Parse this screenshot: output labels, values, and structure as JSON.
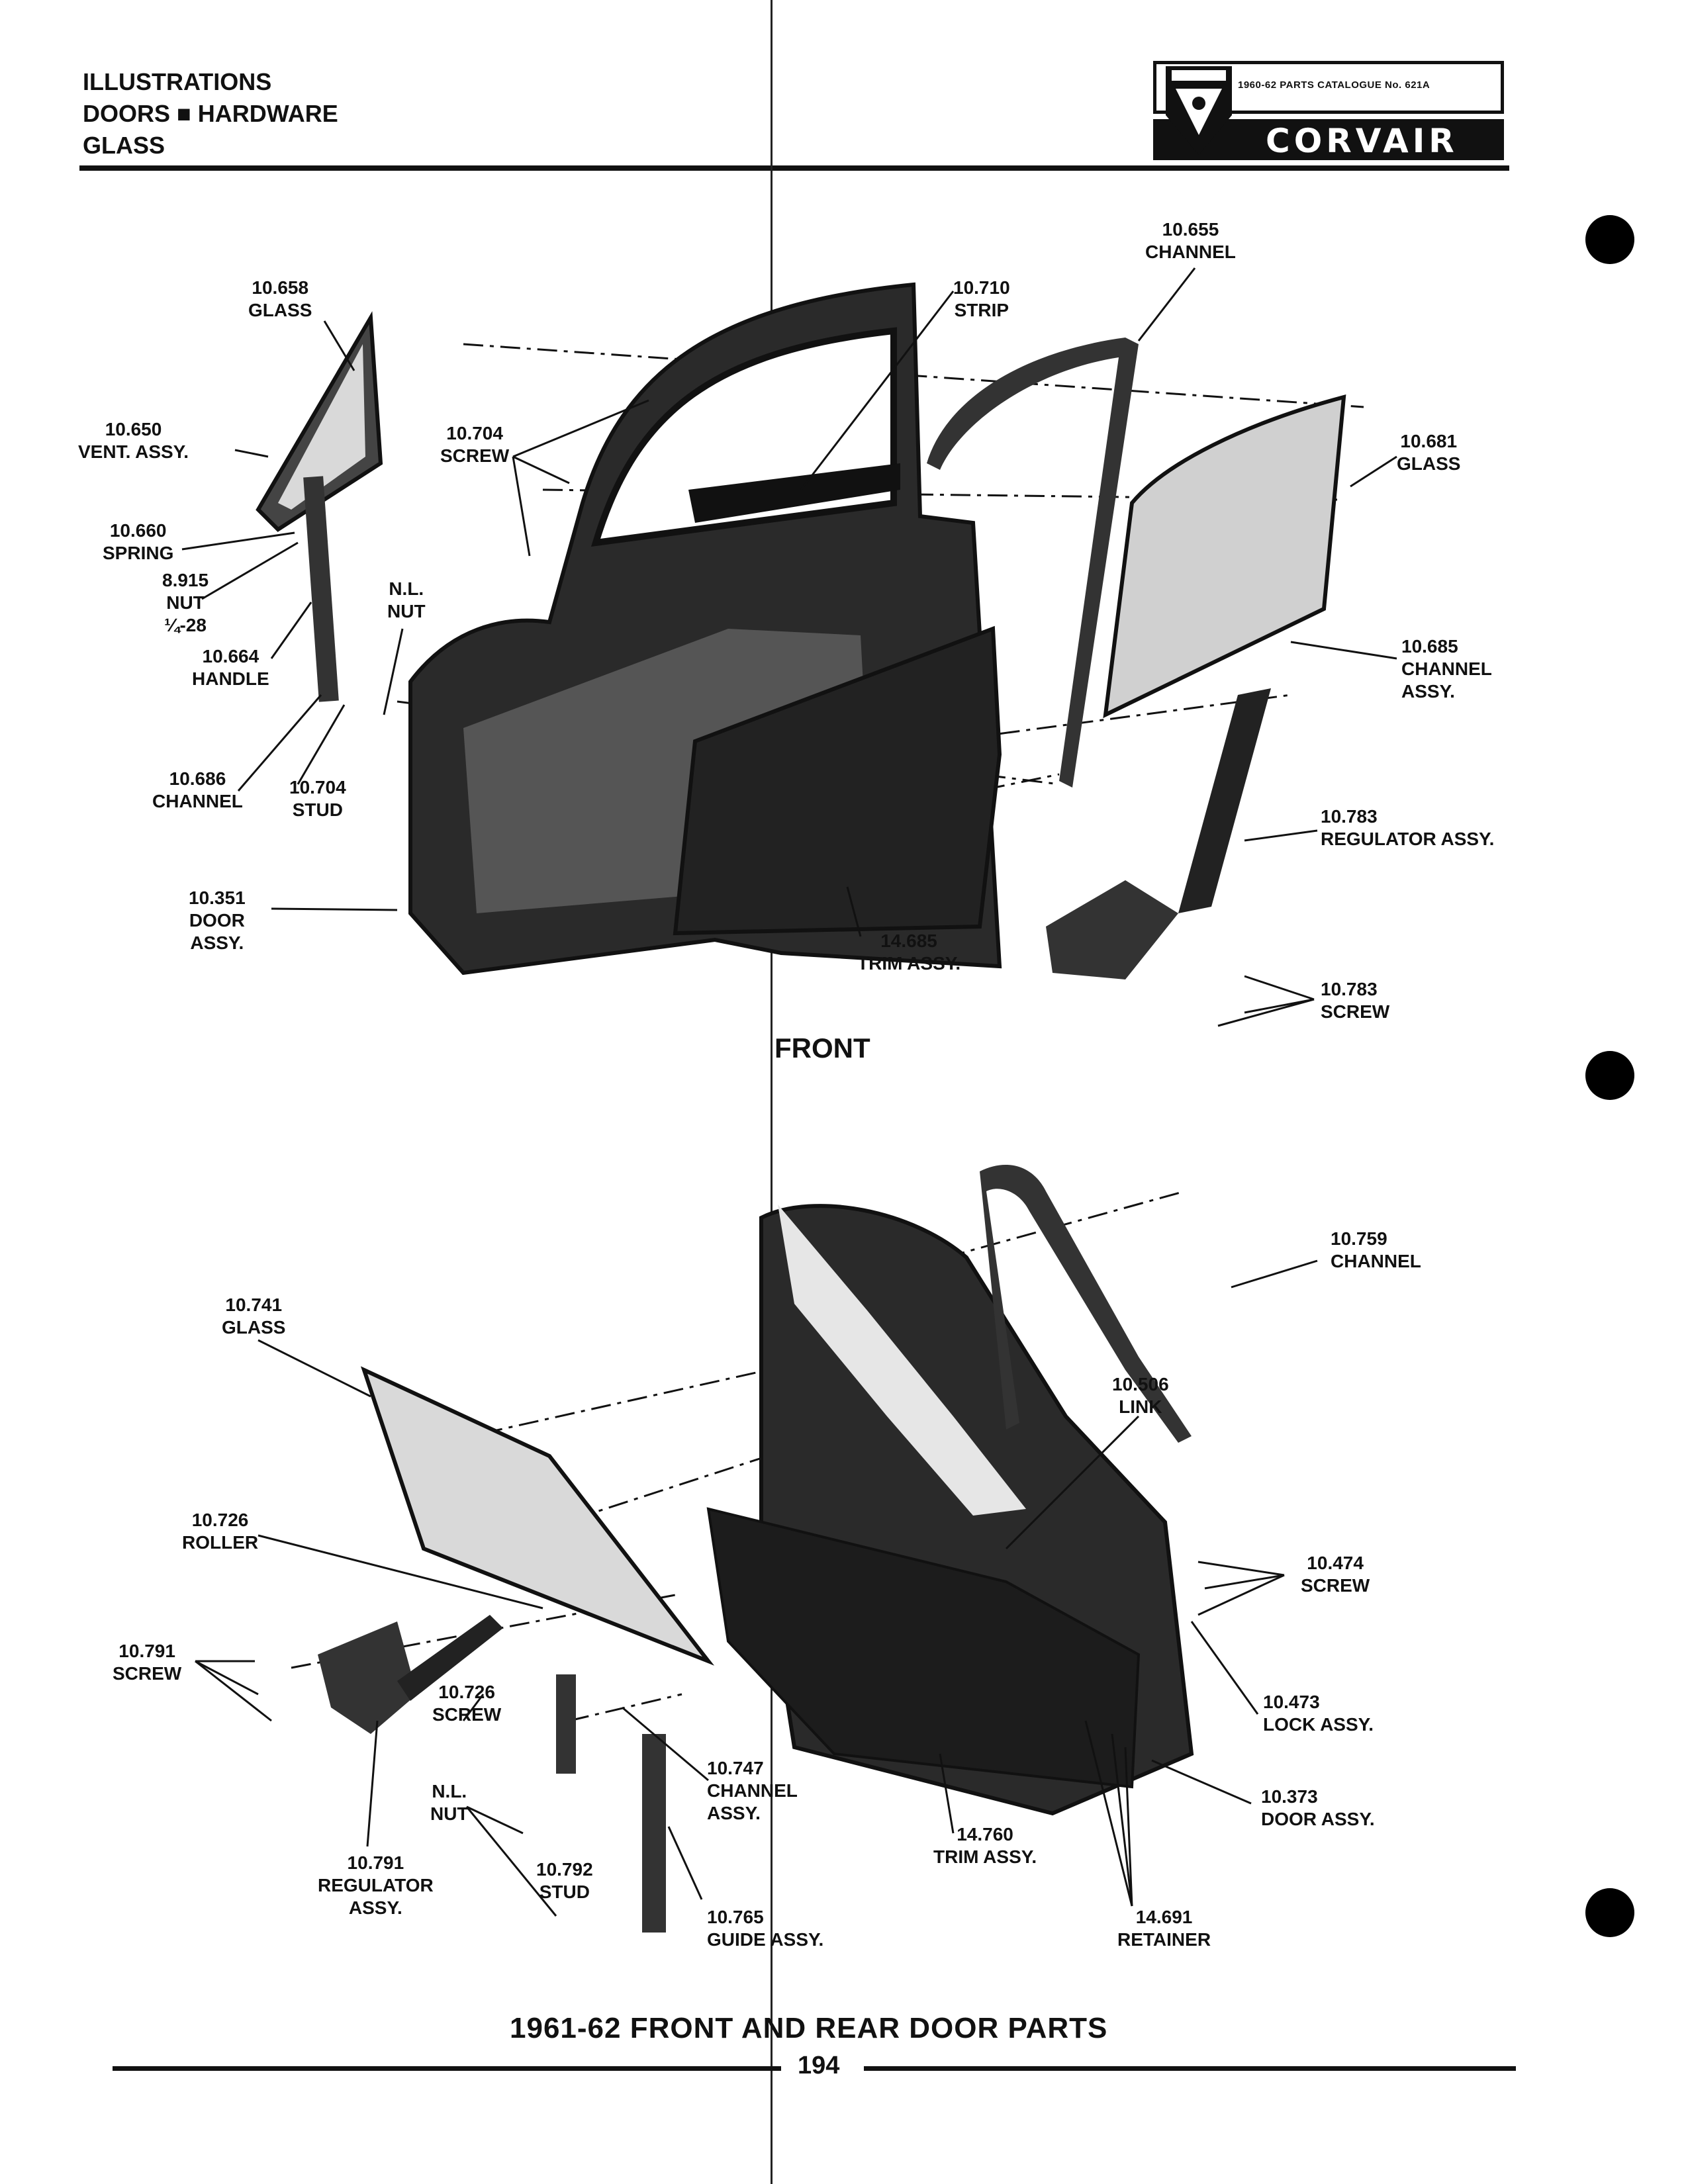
{
  "header": {
    "title_lines": [
      "ILLUSTRATIONS",
      "DOORS ■ HARDWARE",
      "GLASS"
    ],
    "catalog": "1960-62 PARTS CATALOGUE No. 621A",
    "brand": "CORVAIR"
  },
  "front_section": {
    "heading": "FRONT",
    "callouts": {
      "c10655": [
        "10.655",
        "CHANNEL"
      ],
      "c10658": [
        "10.658",
        "GLASS"
      ],
      "c10710": [
        "10.710",
        "STRIP"
      ],
      "c10650": [
        "10.650",
        "VENT. ASSY."
      ],
      "c10704s": [
        "10.704",
        "SCREW"
      ],
      "c10681": [
        "10.681",
        "GLASS"
      ],
      "c10660": [
        "10.660",
        "SPRING"
      ],
      "c8915": [
        "8.915",
        "NUT",
        "¼-28"
      ],
      "cNL": [
        "N.L.",
        "NUT"
      ],
      "c10664": [
        "10.664",
        "HANDLE"
      ],
      "c10685": [
        "10.685",
        "CHANNEL",
        "ASSY."
      ],
      "c10686": [
        "10.686",
        "CHANNEL"
      ],
      "c10704t": [
        "10.704",
        "STUD"
      ],
      "c10783r": [
        "10.783",
        "REGULATOR ASSY."
      ],
      "c10351": [
        "10.351",
        "DOOR",
        "ASSY."
      ],
      "c14685": [
        "14.685",
        "TRIM ASSY."
      ],
      "c10783s": [
        "10.783",
        "SCREW"
      ]
    }
  },
  "rear_section": {
    "callouts": {
      "c10759": [
        "10.759",
        "CHANNEL"
      ],
      "c10741": [
        "10.741",
        "GLASS"
      ],
      "c10506": [
        "10.506",
        "LINK"
      ],
      "c10726r": [
        "10.726",
        "ROLLER"
      ],
      "c10474": [
        "10.474",
        "SCREW"
      ],
      "c10791s": [
        "10.791",
        "SCREW"
      ],
      "c10726s": [
        "10.726",
        "SCREW"
      ],
      "c10473": [
        "10.473",
        "LOCK ASSY."
      ],
      "c10747": [
        "10.747",
        "CHANNEL",
        "ASSY."
      ],
      "cNL2": [
        "N.L.",
        "NUT"
      ],
      "c10373": [
        "10.373",
        "DOOR ASSY."
      ],
      "c10791r": [
        "10.791",
        "REGULATOR",
        "ASSY."
      ],
      "c10792": [
        "10.792",
        "STUD"
      ],
      "c14760": [
        "14.760",
        "TRIM ASSY."
      ],
      "c10765": [
        "10.765",
        "GUIDE ASSY."
      ],
      "c14691": [
        "14.691",
        "RETAINER"
      ]
    }
  },
  "caption": "1961-62 FRONT AND REAR DOOR PARTS",
  "page_number": "194"
}
